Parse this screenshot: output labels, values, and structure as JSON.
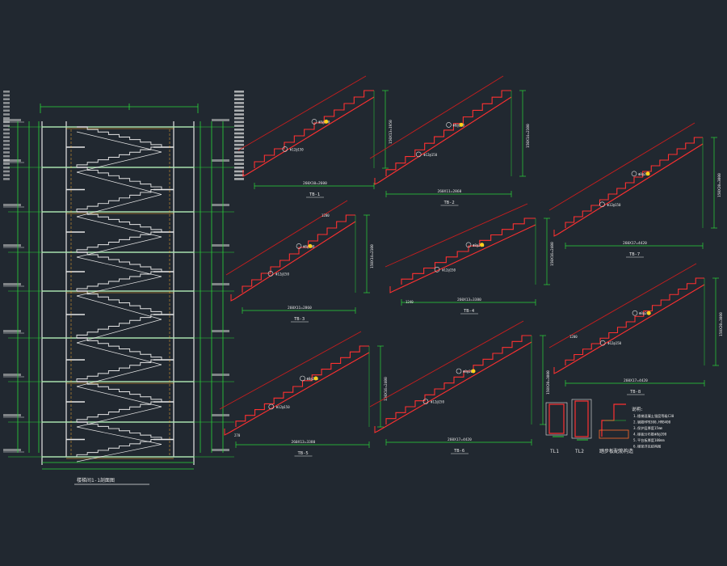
{
  "drawing": {
    "section_title": "楼梯间1-1剖面图",
    "flights": [
      {
        "id": "TB-1",
        "span": "2600",
        "rise": "1950",
        "run_dim": "260X10=2600",
        "rise_dim": "150X13=1950"
      },
      {
        "id": "TB-2",
        "span": "2860",
        "rise": "2100",
        "run_dim": "260X11=2860",
        "rise_dim": "150X14=2100"
      },
      {
        "id": "TB-3",
        "span": "2860",
        "rise": "2100",
        "run_dim": "260X11=2860",
        "rise_dim": "150X14=2100"
      },
      {
        "id": "TB-4",
        "span": "3380",
        "rise": "2400",
        "run_dim": "260X13=3380",
        "rise_dim": "150X16=2400"
      },
      {
        "id": "TB-5",
        "span": "3380",
        "rise": "2400",
        "run_dim": "260X13=3380",
        "rise_dim": "150X16=2400"
      },
      {
        "id": "TB-6",
        "span": "4420",
        "rise": "3000",
        "run_dim": "260X17=4420",
        "rise_dim": "150X20=3000"
      },
      {
        "id": "TB-7",
        "span": "4420",
        "rise": "3000",
        "run_dim": "260X17=4420",
        "rise_dim": "150X20=3000"
      },
      {
        "id": "TB-8",
        "span": "4420",
        "rise": "3000",
        "run_dim": "260X17=4420",
        "rise_dim": "150X20=3000"
      }
    ],
    "beams": [
      {
        "id": "TL1"
      },
      {
        "id": "TL2"
      }
    ],
    "node_title": "踏步板配筋构造",
    "rebar_top": "Φ8@200",
    "rebar_bottom": "Φ12@150",
    "dims": {
      "landing": "1200",
      "slab": "1240",
      "edge": "270"
    },
    "notes_title": "说明:",
    "notes": [
      "1.楼梯混凝土强度等级C30",
      "2.钢筋HPB300,HRB400",
      "3.保护层厚度15mm",
      "4.梯板分布筋Φ8@200",
      "5.平台板厚度100mm",
      "6.梯梁详见结构图"
    ]
  }
}
